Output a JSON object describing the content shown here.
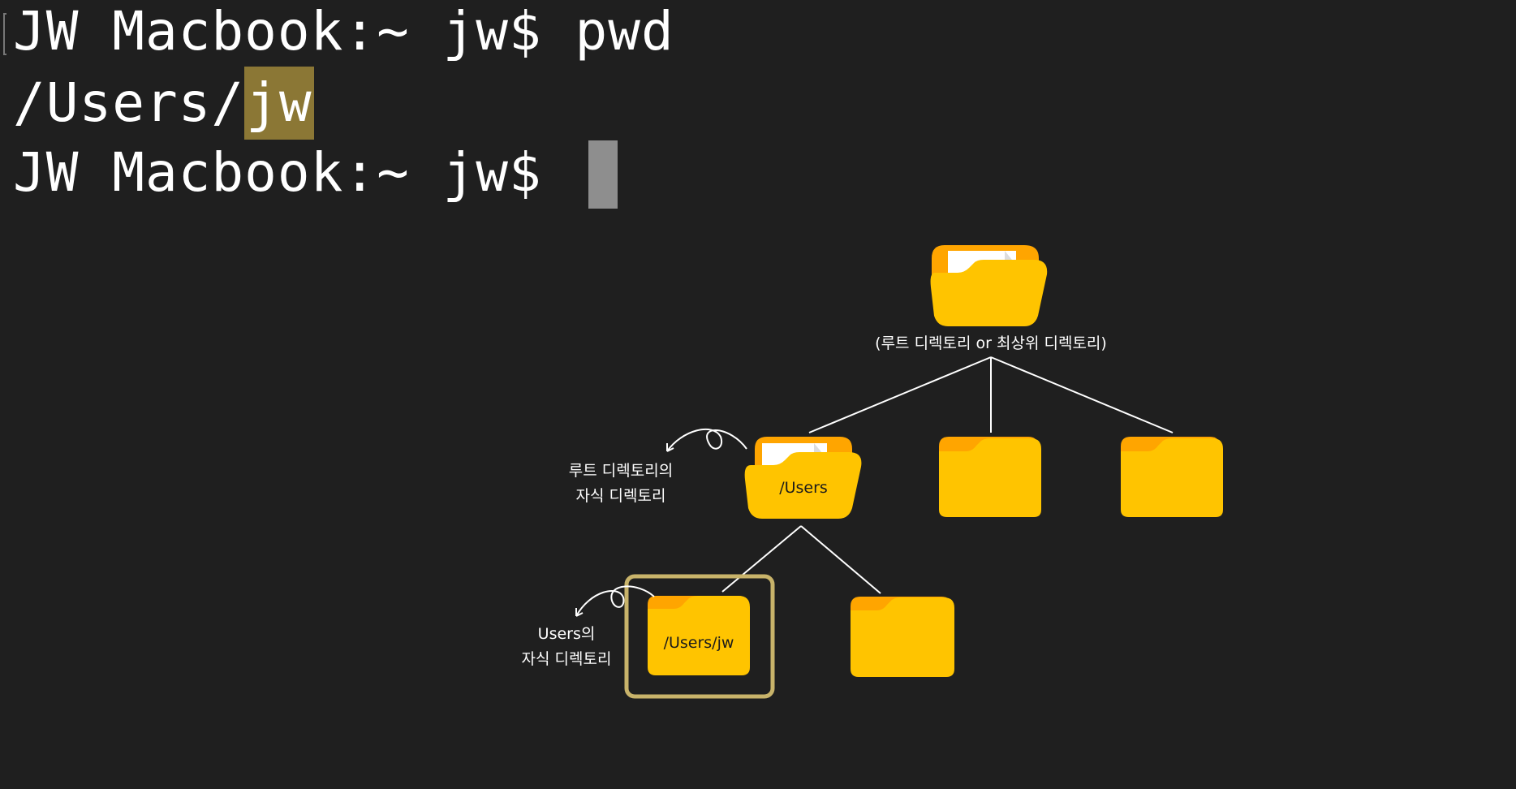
{
  "terminal": {
    "line1": "JW Macbook:~ jw$ pwd",
    "line2_prefix": "/Users/",
    "line2_highlight": "jw",
    "line3": "JW Macbook:~ jw$ "
  },
  "diagram": {
    "root_label": "(루트 디렉토리 or 최상위 디렉토리)",
    "users_folder_label": "/Users",
    "jw_folder_label": "/Users/jw",
    "annotation_root_child_line1": "루트 디렉토리의",
    "annotation_root_child_line2": "자식 디렉토리",
    "annotation_users_child_line1": "Users의",
    "annotation_users_child_line2": "자식 디렉토리"
  },
  "colors": {
    "background": "#1f1f1f",
    "folder_front": "#ffc400",
    "folder_back": "#ffa500",
    "paper": "#ffffff",
    "highlight": "#8b7735",
    "selection_frame": "#c8b36a",
    "cursor": "#8e8e8e"
  }
}
